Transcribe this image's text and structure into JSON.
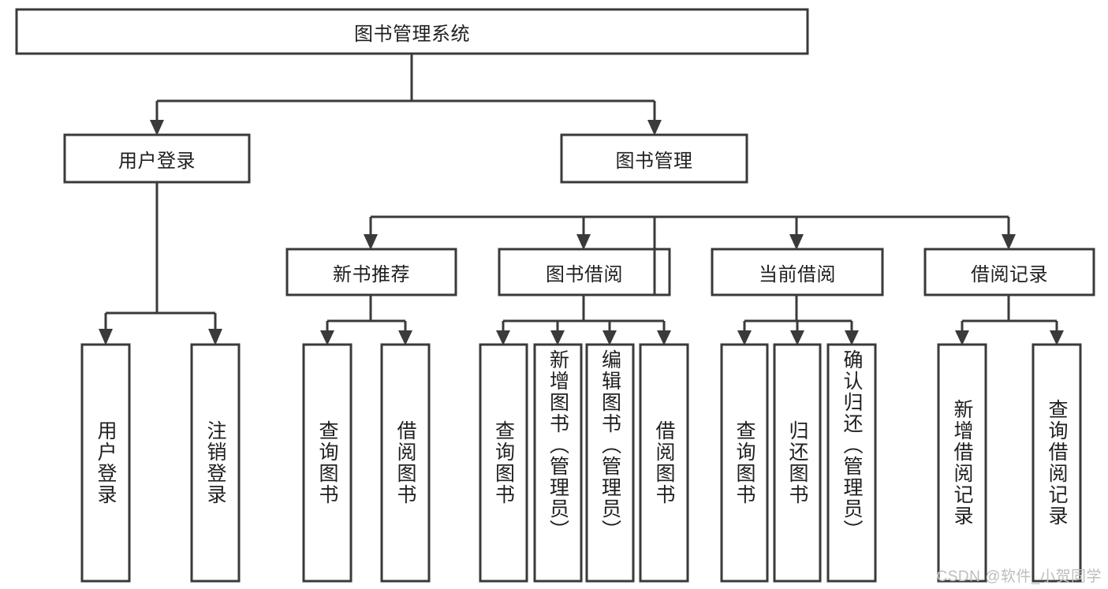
{
  "diagram": {
    "type": "tree",
    "title": "图书管理系统",
    "watermark": "CSDN @软件_小贺同学",
    "root": {
      "label": "图书管理系统",
      "orientation": "horizontal"
    },
    "level2": [
      {
        "label": "用户登录",
        "orientation": "horizontal"
      },
      {
        "label": "图书管理",
        "orientation": "horizontal"
      }
    ],
    "level3": [
      {
        "label": "新书推荐",
        "orientation": "horizontal",
        "parent": "图书管理"
      },
      {
        "label": "图书借阅",
        "orientation": "horizontal",
        "parent": "图书管理"
      },
      {
        "label": "当前借阅",
        "orientation": "horizontal",
        "parent": "图书管理"
      },
      {
        "label": "借阅记录",
        "orientation": "horizontal",
        "parent": "图书管理"
      }
    ],
    "leaves": {
      "user_login": [
        {
          "label": "用户登录",
          "orientation": "vertical"
        },
        {
          "label": "注销登录",
          "orientation": "vertical"
        }
      ],
      "new_book_recommend": [
        {
          "label": "查询图书",
          "orientation": "vertical"
        },
        {
          "label": "借阅图书",
          "orientation": "vertical"
        }
      ],
      "book_borrow": [
        {
          "label": "查询图书",
          "orientation": "vertical"
        },
        {
          "label": "新增图书（管理员）",
          "orientation": "vertical"
        },
        {
          "label": "编辑图书（管理员）",
          "orientation": "vertical"
        },
        {
          "label": "借阅图书",
          "orientation": "vertical"
        }
      ],
      "current_borrow": [
        {
          "label": "查询图书",
          "orientation": "vertical"
        },
        {
          "label": "归还图书",
          "orientation": "vertical"
        },
        {
          "label": "确认归还（管理员）",
          "orientation": "vertical"
        }
      ],
      "borrow_record": [
        {
          "label": "新增借阅记录",
          "orientation": "vertical"
        },
        {
          "label": "查询借阅记录",
          "orientation": "vertical"
        }
      ]
    },
    "colors": {
      "stroke": "#3a3a3a",
      "fill": "#ffffff",
      "text": "#1f1f1f",
      "watermark": "#bdbdbd"
    }
  }
}
